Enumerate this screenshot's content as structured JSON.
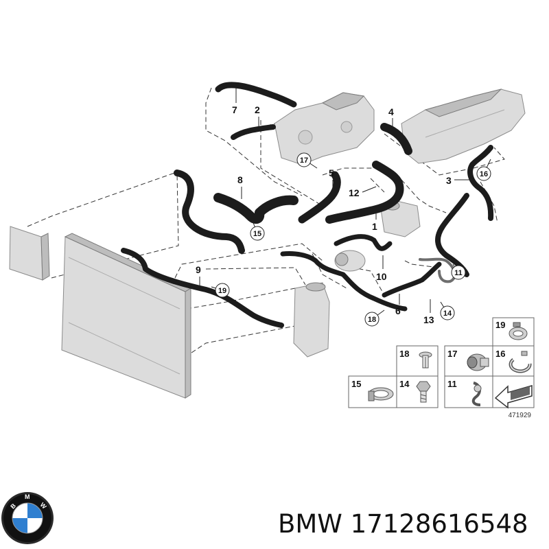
{
  "callouts": {
    "c1": "1",
    "c2": "2",
    "c3": "3",
    "c4": "4",
    "c5": "5",
    "c6": "6",
    "c7": "7",
    "c8": "8",
    "c9": "9",
    "c10": "10",
    "c12": "12",
    "c13": "13"
  },
  "circled_callouts": {
    "c11": "11",
    "c14": "14",
    "c15": "15",
    "c16": "16",
    "c17": "17",
    "c18": "18",
    "c19": "19"
  },
  "legend": {
    "cells": [
      {
        "number": "19",
        "icon": "hose-clamp-icon"
      },
      {
        "number": "18",
        "icon": "push-rivet-icon"
      },
      {
        "number": "17",
        "icon": "hose-coupling-icon"
      },
      {
        "number": "16",
        "icon": "spring-clamp-icon"
      },
      {
        "number": "15",
        "icon": "band-clamp-icon"
      },
      {
        "number": "14",
        "icon": "hex-bolt-icon"
      },
      {
        "number": "11",
        "icon": "hose-holder-icon"
      },
      {
        "number": "",
        "icon": "arrow-plate-icon"
      }
    ],
    "reference": "471929"
  },
  "brand": {
    "logo": "bmw-roundel-logo",
    "logo_lettering": "BMW",
    "caption": "BMW 17128616548"
  },
  "colors": {
    "hose": "#1c1c1c",
    "component": "#dcdcdc",
    "line": "#333333"
  }
}
